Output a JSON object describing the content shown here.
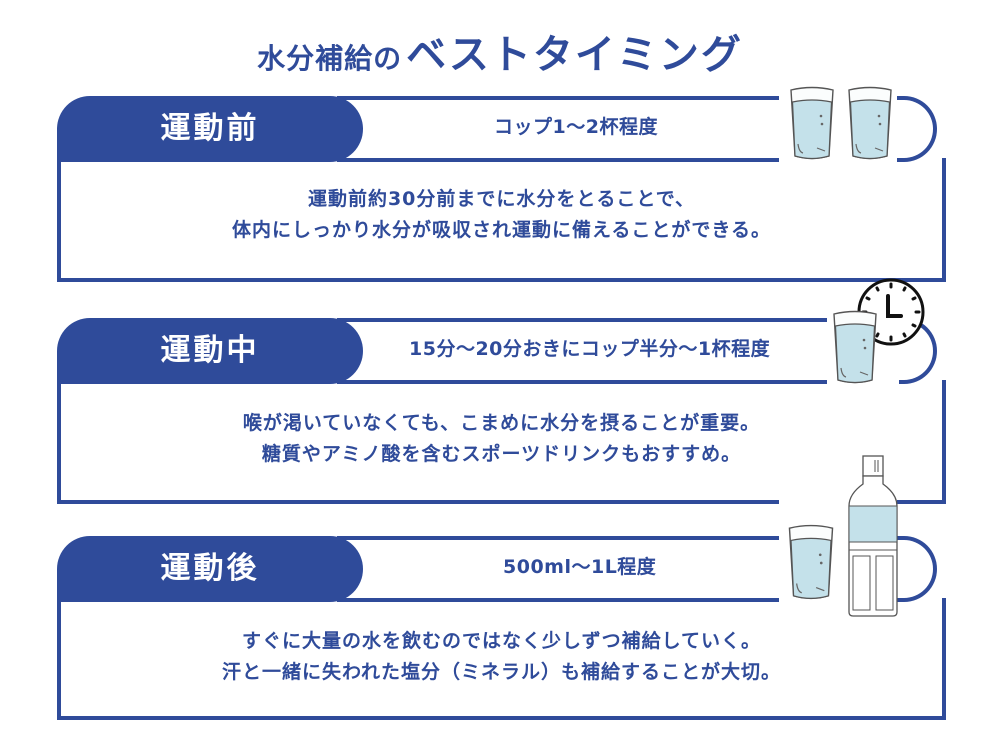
{
  "title": {
    "part1": "水分補給の",
    "part2": "ベストタイミング"
  },
  "sections": [
    {
      "label": "運動前",
      "amount": "コップ1～2杯程度",
      "description": [
        "運動前約30分前までに水分をとることで、",
        "体内にしっかり水分が吸収され運動に備えることができる。"
      ],
      "illustration": "two-glasses-of-water"
    },
    {
      "label": "運動中",
      "amount": "15分～20分おきにコップ半分～1杯程度",
      "description": [
        "喉が渇いていなくても、こまめに水分を摂ることが重要。",
        "糖質やアミノ酸を含むスポーツドリンクもおすすめ。"
      ],
      "illustration": "clock-and-glass-of-water"
    },
    {
      "label": "運動後",
      "amount": "500ml～1L程度",
      "description": [
        "すぐに大量の水を飲むのではなく少しずつ補給していく。",
        "汗と一緒に失われた塩分（ミネラル）も補給することが大切。"
      ],
      "illustration": "glass-and-water-bottle"
    }
  ],
  "colors": {
    "brand_blue": "#2f4b9a",
    "water_blue": "#c4e1ea",
    "background": "#ffffff"
  }
}
